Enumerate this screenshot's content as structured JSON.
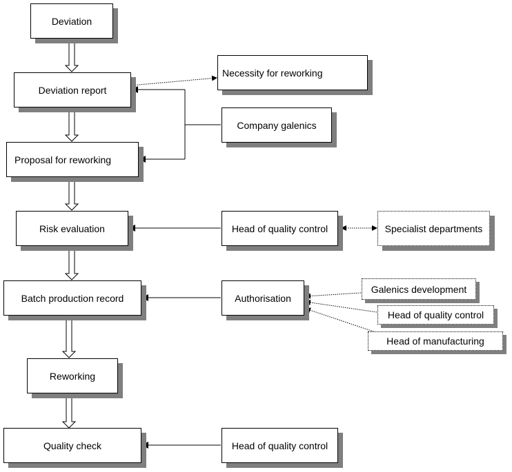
{
  "flow": {
    "deviation": "Deviation",
    "deviation_report": "Deviation report",
    "proposal": "Proposal for reworking",
    "risk_evaluation": "Risk evaluation",
    "batch_record": "Batch production record",
    "reworking": "Reworking",
    "quality_check": "Quality check"
  },
  "side": {
    "necessity": "Necessity for reworking",
    "company_galenics": "Company galenics",
    "head_qc_risk": "Head of quality control",
    "specialist_departments": "Specialist departments",
    "authorisation": "Authorisation",
    "galenics_development": "Galenics development",
    "head_qc_auth": "Head of quality control",
    "head_manufacturing": "Head of manufacturing",
    "head_qc_check": "Head of quality control"
  }
}
